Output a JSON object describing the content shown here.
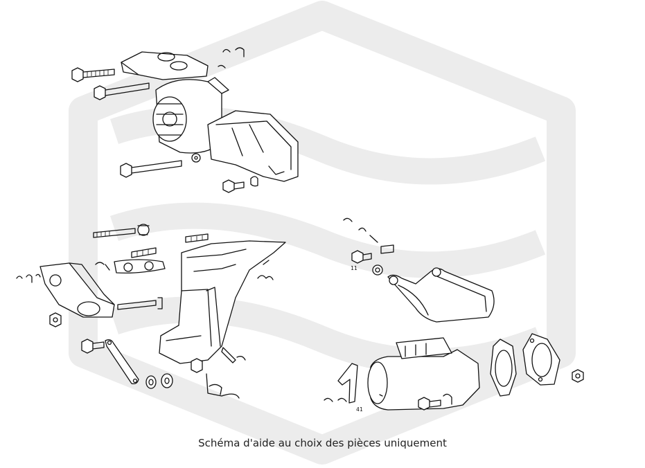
{
  "caption": "Schéma d'aide au choix des pièces uniquement",
  "callouts": {
    "ref_a": "11",
    "ref_b": "41"
  },
  "watermark": {
    "icon": "stylised-logo-watermark",
    "color": "#ececec"
  },
  "colors": {
    "line": "#111111",
    "background": "#ffffff"
  }
}
